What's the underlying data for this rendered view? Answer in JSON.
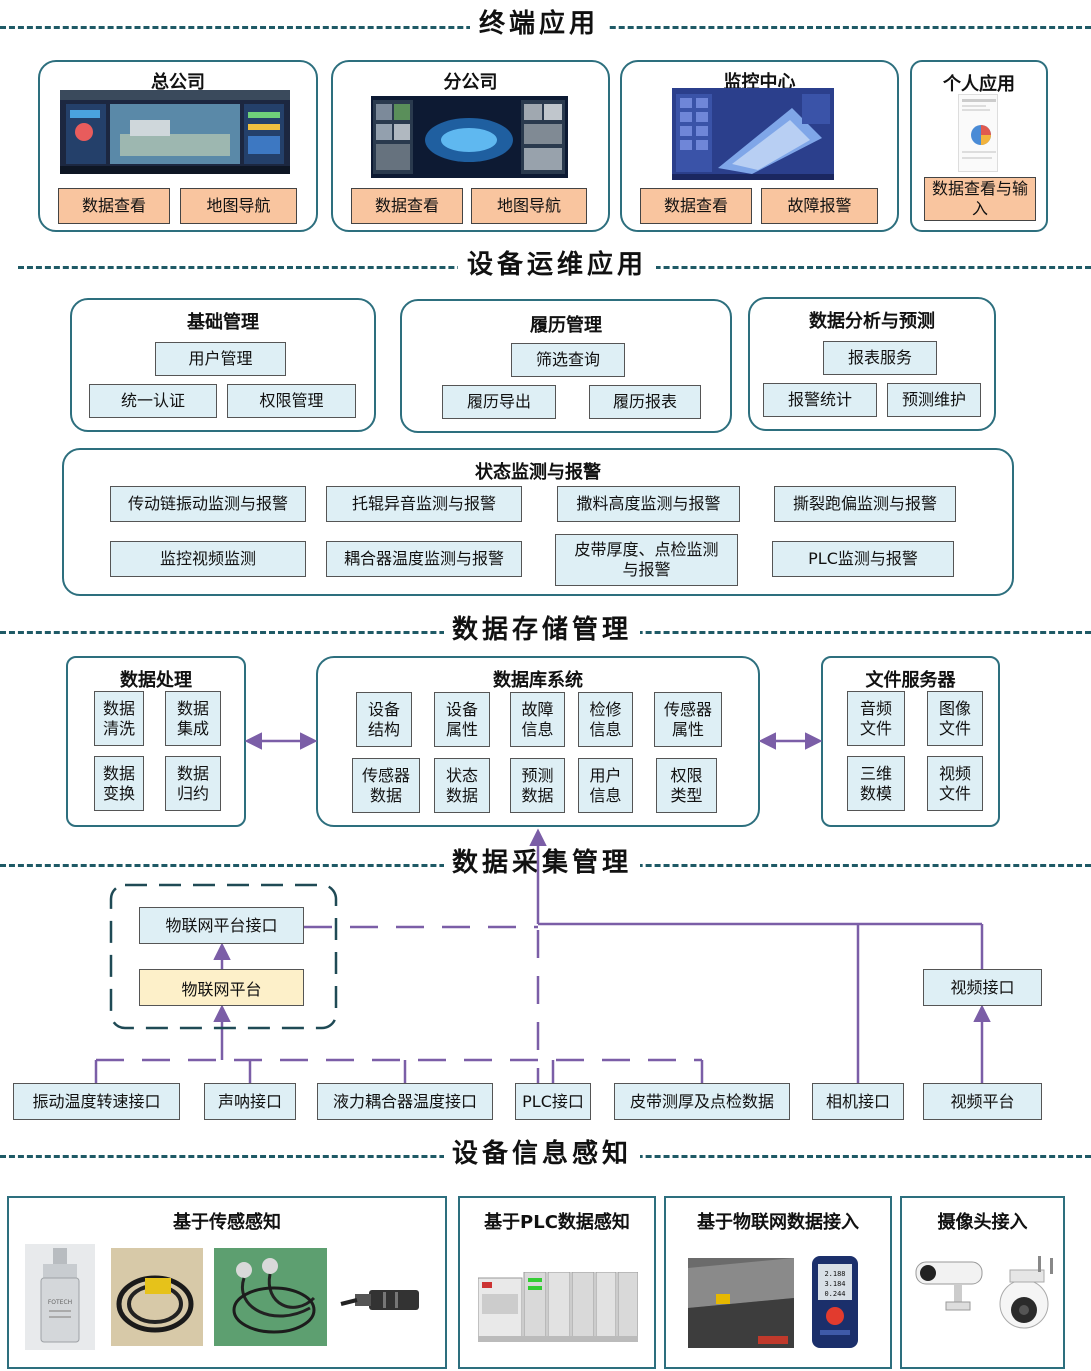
{
  "sections": {
    "terminal": "终端应用",
    "ops": "设备运维应用",
    "storage": "数据存储管理",
    "collection": "数据采集管理",
    "sensing": "设备信息感知"
  },
  "terminal": {
    "hq": {
      "title": "总公司",
      "btn1": "数据查看",
      "btn2": "地图导航"
    },
    "branch": {
      "title": "分公司",
      "btn1": "数据查看",
      "btn2": "地图导航"
    },
    "monitor": {
      "title": "监控中心",
      "btn1": "数据查看",
      "btn2": "故障报警"
    },
    "personal": {
      "title": "个人应用",
      "btn1": "数据查看与输入"
    }
  },
  "ops": {
    "basic": {
      "title": "基础管理",
      "items": [
        "用户管理",
        "统一认证",
        "权限管理"
      ]
    },
    "history": {
      "title": "履历管理",
      "items": [
        "筛选查询",
        "履历导出",
        "履历报表"
      ]
    },
    "analysis": {
      "title": "数据分析与预测",
      "items": [
        "报表服务",
        "报警统计",
        "预测维护"
      ]
    },
    "status": {
      "title": "状态监测与报警",
      "items": [
        "传动链振动监测与报警",
        "托辊异音监测与报警",
        "撒料高度监测与报警",
        "撕裂跑偏监测与报警",
        "监控视频监测",
        "耦合器温度监测与报警",
        "皮带厚度、点检监测与报警",
        "PLC监测与报警"
      ]
    }
  },
  "storage": {
    "processing": {
      "title": "数据处理",
      "items": [
        "数据\n清洗",
        "数据\n集成",
        "数据\n变换",
        "数据\n归约"
      ]
    },
    "database": {
      "title": "数据库系统",
      "items": [
        "设备\n结构",
        "设备\n属性",
        "故障\n信息",
        "检修\n信息",
        "传感器\n属性",
        "传感器\n数据",
        "状态\n数据",
        "预测\n数据",
        "用户\n信息",
        "权限\n类型"
      ]
    },
    "files": {
      "title": "文件服务器",
      "items": [
        "音频\n文件",
        "图像\n文件",
        "三维\n数模",
        "视频\n文件"
      ]
    }
  },
  "collection": {
    "iot_interface": "物联网平台接口",
    "iot_platform": "物联网平台",
    "video_interface": "视频接口",
    "video_platform": "视频平台",
    "interfaces": [
      "振动温度转速接口",
      "声呐接口",
      "液力耦合器温度接口",
      "PLC接口",
      "皮带测厚及点检数据",
      "相机接口"
    ]
  },
  "sensing": {
    "sensor": "基于传感感知",
    "plc": "基于PLC数据感知",
    "iot": "基于物联网数据接入",
    "camera": "摄像头接入",
    "device_text": {
      "brand": "FOTECH",
      "reading1": "2.188",
      "reading2": "3.184",
      "reading3": "0.244"
    }
  },
  "colors": {
    "panel_border": "#2d6f7e",
    "orange_button": "#f9c59f",
    "blue_box": "#deeff5",
    "yellow_box": "#fdf0c9",
    "arrow": "#7b5ea7"
  }
}
